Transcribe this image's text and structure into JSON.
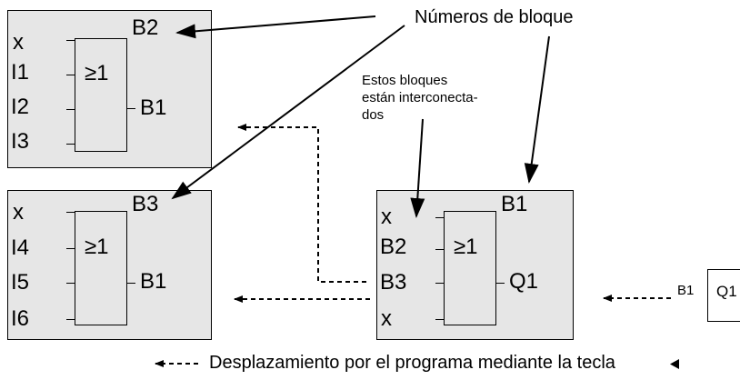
{
  "header_label": "Números de bloque",
  "note_lines": [
    "Estos bloques",
    "están interconecta-",
    "dos"
  ],
  "footer_text": "Desplazamiento por el programa mediante la tecla",
  "blocks": {
    "b2": {
      "inputs": [
        "x",
        "I1",
        "I2",
        "I3"
      ],
      "block_number": "B2",
      "symbol": "≥1",
      "output": "B1"
    },
    "b3": {
      "inputs": [
        "x",
        "I4",
        "I5",
        "I6"
      ],
      "block_number": "B3",
      "symbol": "≥1",
      "output": "B1"
    },
    "b1": {
      "inputs": [
        "x",
        "B2",
        "B3",
        "x"
      ],
      "block_number": "B1",
      "symbol": "≥1",
      "output": "Q1"
    }
  },
  "output_ref": {
    "label": "B1",
    "name": "Q1"
  },
  "colors": {
    "panel_fill": "#e6e6e6",
    "line": "#000000"
  }
}
